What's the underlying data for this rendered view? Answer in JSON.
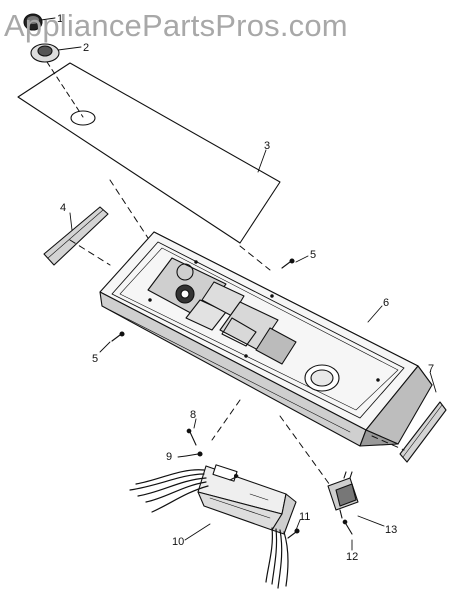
{
  "watermark": "AppliancePartsPros.com",
  "part_numbers": [
    "1",
    "2",
    "3",
    "4",
    "5",
    "5",
    "6",
    "7",
    "8",
    "9",
    "10",
    "11",
    "12",
    "13"
  ]
}
